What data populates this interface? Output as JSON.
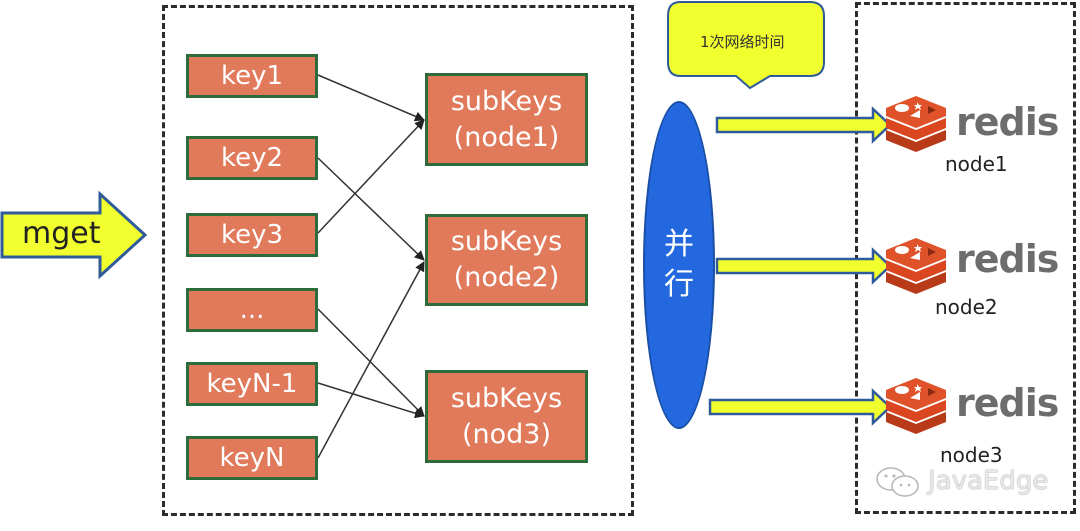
{
  "mget_arrow": {
    "label": "mget"
  },
  "client_group": {
    "keys": [
      "key1",
      "key2",
      "key3",
      "...",
      "keyN-1",
      "keyN"
    ],
    "subkeys": [
      {
        "line1": "subKeys",
        "line2": "(node1)"
      },
      {
        "line1": "subKeys",
        "line2": "(node2)"
      },
      {
        "line1": "subKeys",
        "line2": "(nod3)"
      }
    ],
    "edges": [
      {
        "from": "key1",
        "to": "subKeys (node1)"
      },
      {
        "from": "key2",
        "to": "subKeys (node2)"
      },
      {
        "from": "key3",
        "to": "subKeys (node1)"
      },
      {
        "from": "...",
        "to": "subKeys (nod3)"
      },
      {
        "from": "keyN-1",
        "to": "subKeys (nod3)"
      },
      {
        "from": "keyN",
        "to": "subKeys (node2)"
      }
    ]
  },
  "callout": {
    "text": "1次网络时间"
  },
  "parallel": {
    "char1": "并",
    "char2": "行"
  },
  "redis_nodes": [
    {
      "word": "redis",
      "label": "node1"
    },
    {
      "word": "redis",
      "label": "node2"
    },
    {
      "word": "redis",
      "label": "node3"
    }
  ],
  "watermark": {
    "text": "JavaEdge"
  },
  "colors": {
    "box_fill": "#e07a5b",
    "box_border": "#2e6b3a",
    "arrow_fill": "#f2ff2e",
    "arrow_border": "#2f5b9a",
    "ellipse_fill": "#2368de",
    "redis_red": "#d9461f"
  }
}
